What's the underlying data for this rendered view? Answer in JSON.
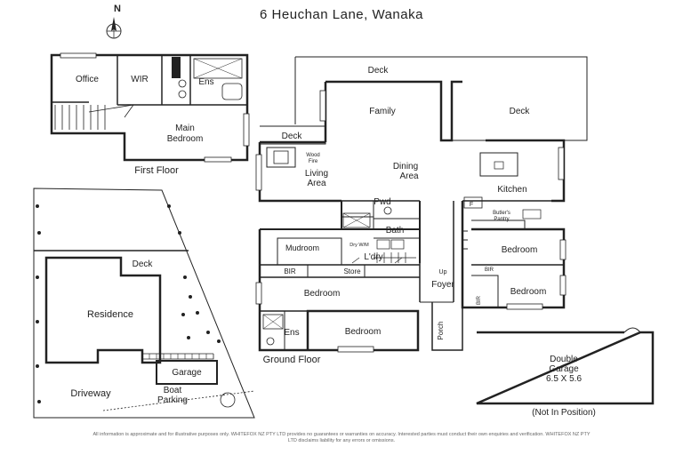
{
  "title": "6 Heuchan Lane, Wanaka",
  "compass": {
    "label": "N"
  },
  "first_floor": {
    "heading": "First Floor",
    "rooms": {
      "office": "Office",
      "wir": "WIR",
      "ens": "Ens",
      "main_bedroom_1": "Main",
      "main_bedroom_2": "Bedroom"
    }
  },
  "ground_floor": {
    "heading": "Ground Floor",
    "rooms": {
      "deck_top": "Deck",
      "family": "Family",
      "deck_right": "Deck",
      "deck_small": "Deck",
      "wood_fire_1": "Wood",
      "wood_fire_2": "Fire",
      "living_1": "Living",
      "living_2": "Area",
      "dining_1": "Dining",
      "dining_2": "Area",
      "kitchen": "Kitchen",
      "fridge": "F",
      "butlers_1": "Butler's",
      "butlers_2": "Pantry",
      "pwd": "Pwd",
      "bath": "Bath",
      "dry_wm": "Dry W/M",
      "mudroom": "Mudroom",
      "ldry": "L'dry",
      "bir_left": "BIR",
      "store": "Store",
      "up": "Up",
      "bedroom_right_top": "Bedroom",
      "bir_right": "BIR",
      "bedroom_left": "Bedroom",
      "foyer": "Foyer",
      "bir_vertical": "BIR",
      "bedroom_right_bottom": "Bedroom",
      "ens": "Ens",
      "bedroom_bottom": "Bedroom",
      "porch": "Porch"
    }
  },
  "site_plan": {
    "deck": "Deck",
    "residence": "Residence",
    "garage": "Garage",
    "driveway": "Driveway",
    "boat_1": "Boat",
    "boat_2": "Parking"
  },
  "double_garage": {
    "line1": "Double",
    "line2": "Garage",
    "line3": "6.5 X 5.6",
    "note": "(Not In Position)"
  },
  "disclaimer": "All information is approximate and for illustrative purposes only. WHITEFOX NZ PTY LTD provides no guarantees or warranties on accuracy. Interested parties must conduct their own enquiries and verification. WHITEFOX NZ PTY LTD disclaims liability for any errors or omissions."
}
